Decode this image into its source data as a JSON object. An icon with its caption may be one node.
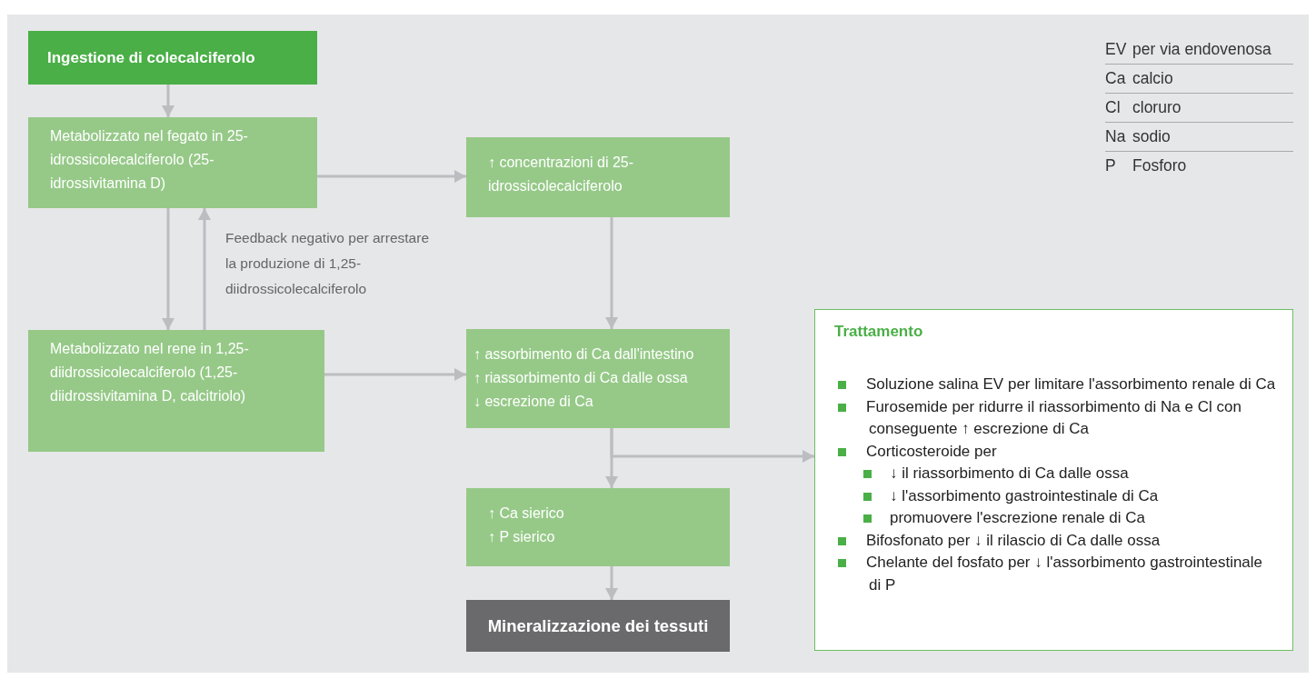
{
  "diagram": {
    "nodes": [
      {
        "text": [
          "Ingestione di colecalciferolo"
        ]
      },
      {
        "text": [
          "Metabolizzato nel fegato in 25-idrossicolecalciferolo (25-idrossivitamina D)"
        ]
      },
      {
        "text": [
          "↑ concentrazioni di 25-idrossicolecalciferolo"
        ]
      },
      {
        "text": [
          "Metabolizzato nel rene in 1,25-diidrossicolecalciferolo (1,25-diidrossivitamina D, calcitriolo)"
        ]
      },
      {
        "text": [
          "↑ assorbimento di Ca dall'intestino",
          "↑ riassorbimento di Ca dalle ossa",
          "↓ escrezione di Ca"
        ]
      },
      {
        "text": [
          "↑ Ca sierico",
          "↑ P sierico"
        ]
      },
      {
        "text": [
          "Mineralizzazione dei tessuti"
        ]
      },
      {
        "text": [
          "Trattamento",
          "Soluzione salina EV per limitare l'assorbimento renale di Ca",
          "Furosemide per ridurre il riassorbimento di Na e Cl con conseguente ↑ escrezione di Ca",
          "Corticosteroide per",
          "↓ il riassorbimento di Ca dalle ossa",
          "↓ l'assorbimento gastrointestinale di Ca",
          "promuovere l'escrezione renale di Ca",
          "Bifosfonato per ↓ il rilascio di Ca dalle ossa",
          "Chelante del fosfato per ↓ l'assorbimento gastrointestinale di P"
        ]
      }
    ],
    "edges": [
      {
        "from": 0,
        "to": 1,
        "arrow": "to"
      },
      {
        "from": 1,
        "to": 2,
        "arrow": "to"
      },
      {
        "from": 1,
        "to": 3,
        "arrow": "to"
      },
      {
        "from": 3,
        "to": 1,
        "arrow": "to",
        "label": "Feedback negativo per arrestare la produzione di 1,25-diidrossicolecalciferolo"
      },
      {
        "from": 2,
        "to": 4,
        "arrow": "to"
      },
      {
        "from": 3,
        "to": 4,
        "arrow": "to"
      },
      {
        "from": 4,
        "to": 5,
        "arrow": "to"
      },
      {
        "from": 4,
        "to": 7,
        "arrow": "to"
      },
      {
        "from": 5,
        "to": 6,
        "arrow": "to"
      }
    ],
    "labels": [
      "EV",
      "per via endovenosa",
      "Ca",
      "calcio",
      "Cl",
      "cloruro",
      "Na",
      "sodio",
      "P",
      "Fosforo"
    ]
  }
}
